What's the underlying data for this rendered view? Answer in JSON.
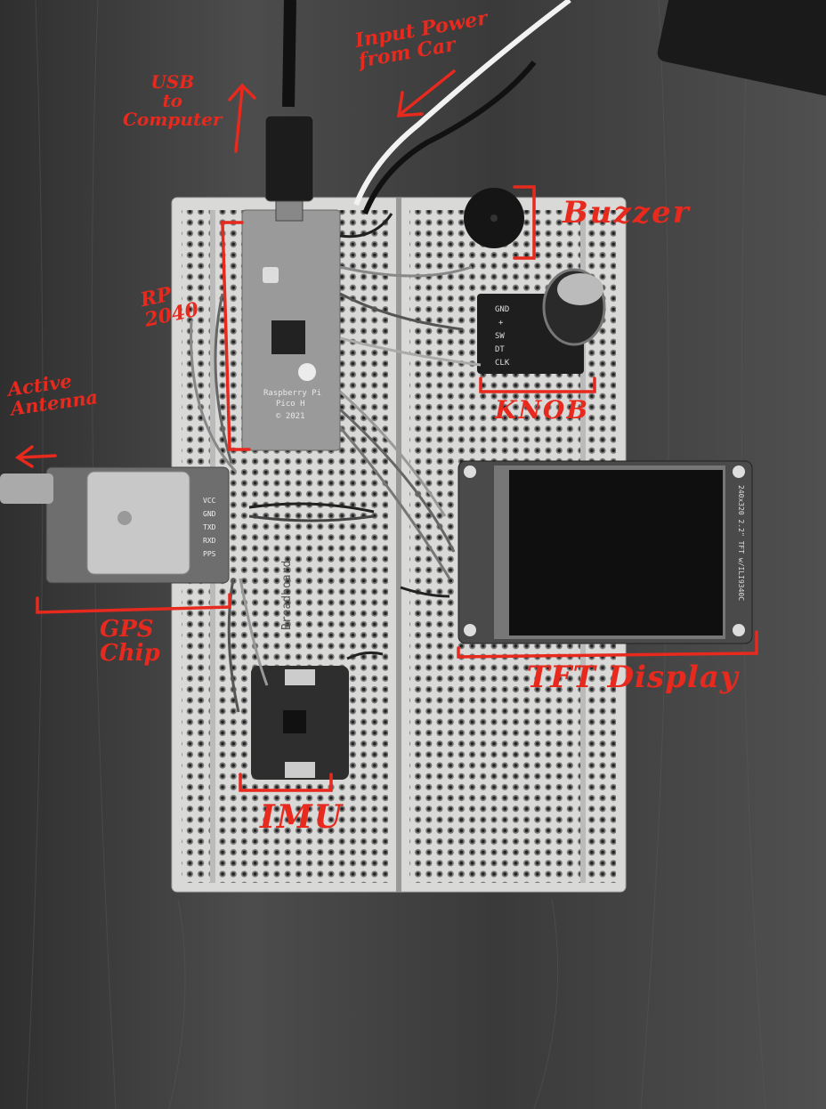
{
  "photo": {
    "annotations": {
      "usb": "USB\nto\nComputer",
      "input_power": "Input Power\nfrom Car",
      "buzzer": "Buzzer",
      "rp2040": "RP\n2040",
      "antenna": "Active\nAntenna",
      "knob": "KNOB",
      "gps": "GPS\nChip",
      "tft": "TFT Display",
      "imu": "IMU"
    },
    "silkscreen": {
      "pico_name": "Raspberry Pi\nPico H",
      "pico_year": "© 2021",
      "breadboard": "Breadboard",
      "gps_pins": [
        "VCC",
        "GND",
        "TXD",
        "RXD",
        "PPS"
      ],
      "knob_pins": [
        "GND",
        "+",
        "SW",
        "DT",
        "CLK"
      ],
      "tft_label": "240x320 2.2\" TFT w/ILI9340C"
    },
    "colors": {
      "annotation": "#e8291e",
      "wood": "#4a4a4a",
      "board": "#d9d9d7"
    }
  }
}
